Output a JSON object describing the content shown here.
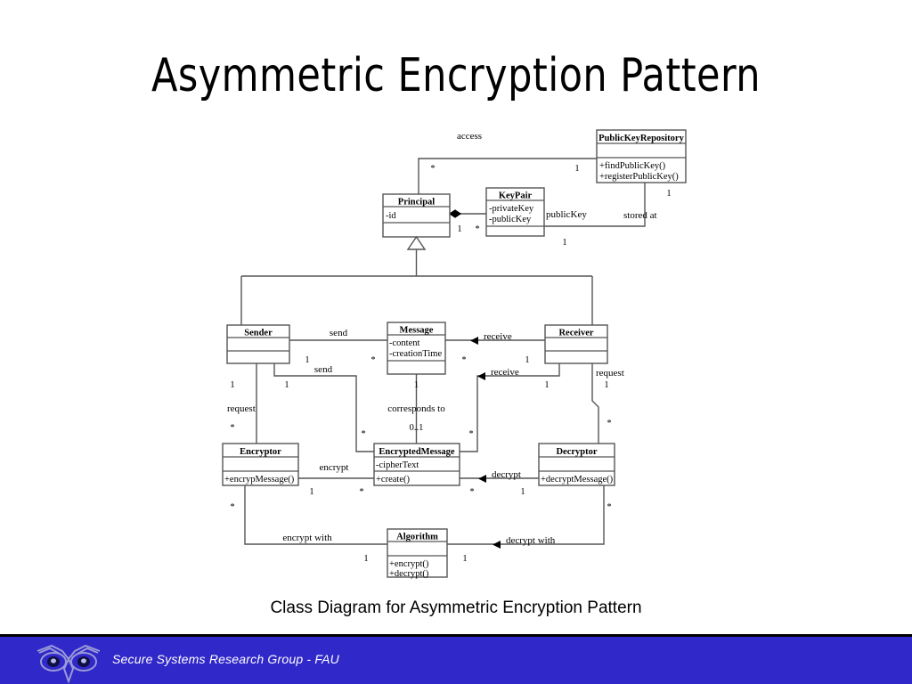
{
  "slide": {
    "title": "Asymmetric Encryption Pattern",
    "caption": "Class Diagram for Asymmetric Encryption Pattern"
  },
  "footer": {
    "text": "Secure Systems Research Group - FAU",
    "background_color": "#3028c8",
    "text_color": "#ffffff",
    "logo_name": "owl-logo"
  },
  "diagram": {
    "type": "uml-class-diagram",
    "classes": [
      {
        "id": "public-key-repository",
        "name": "PublicKeyRepository",
        "attributes": [],
        "operations": [
          "+findPublicKey()",
          "+registerPublicKey()"
        ]
      },
      {
        "id": "principal",
        "name": "Principal",
        "attributes": [
          "-id"
        ],
        "operations": []
      },
      {
        "id": "key-pair",
        "name": "KeyPair",
        "attributes": [
          "-privateKey",
          "-publicKey"
        ],
        "operations": []
      },
      {
        "id": "sender",
        "name": "Sender",
        "attributes": [],
        "operations": []
      },
      {
        "id": "message",
        "name": "Message",
        "attributes": [
          "-content",
          "-creationTime"
        ],
        "operations": []
      },
      {
        "id": "receiver",
        "name": "Receiver",
        "attributes": [],
        "operations": []
      },
      {
        "id": "encryptor",
        "name": "Encryptor",
        "attributes": [],
        "operations": [
          "+encrypMessage()"
        ]
      },
      {
        "id": "encrypted-message",
        "name": "EncryptedMessage",
        "attributes": [
          "-cipherText"
        ],
        "operations": [
          "+create()"
        ]
      },
      {
        "id": "decryptor",
        "name": "Decryptor",
        "attributes": [],
        "operations": [
          "+decryptMessage()"
        ]
      },
      {
        "id": "algorithm",
        "name": "Algorithm",
        "attributes": [],
        "operations": [
          "+encrypt()",
          "+decrypt()"
        ]
      }
    ],
    "associations": [
      {
        "id": "access",
        "label": "access",
        "from": "principal",
        "to": "public-key-repository",
        "from_mult": "*",
        "to_mult": "1"
      },
      {
        "id": "stored-at",
        "label": "stored at",
        "from": "key-pair",
        "to": "public-key-repository",
        "from_mult": "1",
        "to_mult": "1"
      },
      {
        "id": "principal-keypair",
        "label": "",
        "from": "principal",
        "to": "key-pair",
        "from_mult": "1",
        "to_mult": "*",
        "aggregation": "composition",
        "end_label": "publicKey"
      },
      {
        "id": "send-message",
        "label": "send",
        "from": "sender",
        "to": "message",
        "from_mult": "1",
        "to_mult": "*"
      },
      {
        "id": "receive-message",
        "label": "receive",
        "from": "message",
        "to": "receiver",
        "from_mult": "*",
        "to_mult": "1",
        "arrow": "left"
      },
      {
        "id": "send-encrypted",
        "label": "send",
        "from": "sender",
        "to": "encrypted-message",
        "from_mult": "1",
        "to_mult": "*"
      },
      {
        "id": "receive-encrypted",
        "label": "receive",
        "from": "encrypted-message",
        "to": "receiver",
        "from_mult": "*",
        "to_mult": "1",
        "arrow": "left"
      },
      {
        "id": "corresponds-to",
        "label": "corresponds to",
        "from": "message",
        "to": "encrypted-message",
        "from_mult": "1",
        "to_mult": "0..1"
      },
      {
        "id": "request-encryptor",
        "label": "request",
        "from": "sender",
        "to": "encryptor",
        "from_mult": "1",
        "to_mult": "*"
      },
      {
        "id": "request-decryptor",
        "label": "request",
        "from": "receiver",
        "to": "decryptor",
        "from_mult": "1",
        "to_mult": "*"
      },
      {
        "id": "encrypt",
        "label": "encrypt",
        "from": "encryptor",
        "to": "encrypted-message",
        "from_mult": "1",
        "to_mult": "*"
      },
      {
        "id": "decrypt",
        "label": "decrypt",
        "from": "encrypted-message",
        "to": "decryptor",
        "from_mult": "*",
        "to_mult": "1",
        "arrow": "left"
      },
      {
        "id": "encrypt-with",
        "label": "encrypt with",
        "from": "encryptor",
        "to": "algorithm",
        "from_mult": "*",
        "to_mult": "1"
      },
      {
        "id": "decrypt-with",
        "label": "decrypt with",
        "from": "algorithm",
        "to": "decryptor",
        "from_mult": "1",
        "to_mult": "*",
        "arrow": "left"
      }
    ],
    "generalizations": [
      {
        "id": "sender-principal",
        "parent": "principal",
        "child": "sender"
      },
      {
        "id": "receiver-principal",
        "parent": "principal",
        "child": "receiver"
      }
    ],
    "labels": {
      "access": "access",
      "stored_at": "stored at",
      "public_key": "publicKey",
      "send_1": "send",
      "send_2": "send",
      "receive_1": "receive",
      "receive_2": "receive",
      "request_left": "request",
      "request_right": "request",
      "corresponds_to": "corresponds to",
      "encrypt": "encrypt",
      "decrypt": "decrypt",
      "encrypt_with": "encrypt with",
      "decrypt_with": "decrypt with"
    },
    "multiplicities": {
      "one": "1",
      "many": "*",
      "zero_or_one": "0..1"
    }
  }
}
